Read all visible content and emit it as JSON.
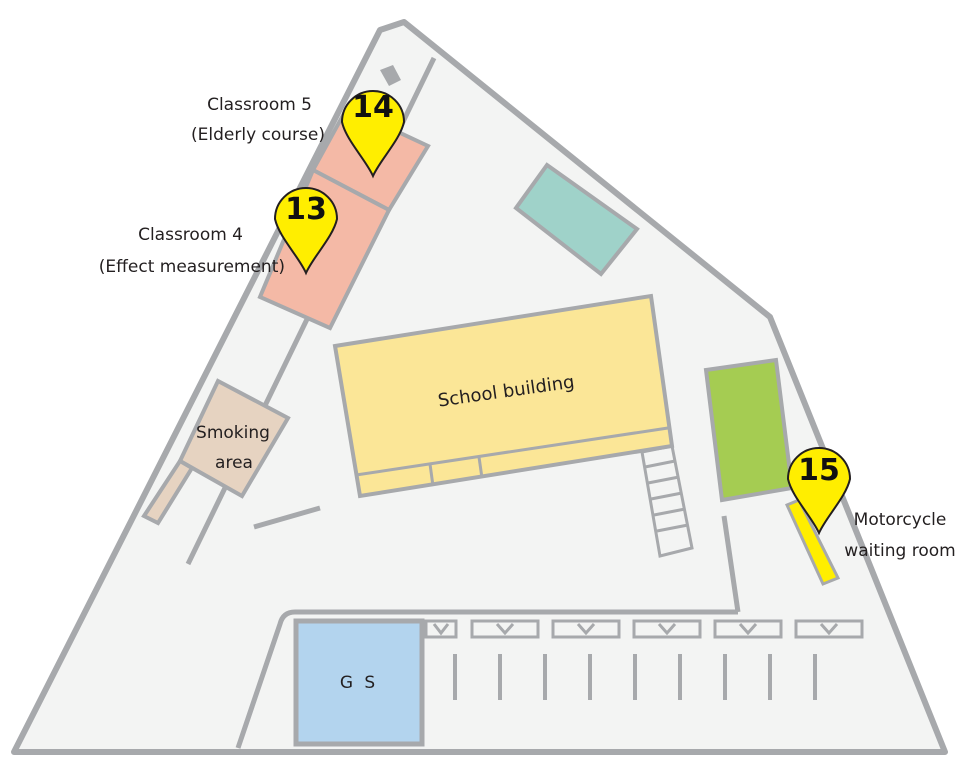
{
  "labels": {
    "classroom5_line1": "Classroom 5",
    "classroom5_line2": "(Elderly course)",
    "classroom4_line1": "Classroom 4",
    "classroom4_line2": "(Effect measurement)",
    "school_building": "School building",
    "smoking_line1": "Smoking",
    "smoking_line2": "area",
    "motorcycle_line1": "Motorcycle",
    "motorcycle_line2": "waiting room",
    "gs": "G S"
  },
  "markers": [
    {
      "id": "14",
      "label": "14"
    },
    {
      "id": "13",
      "label": "13"
    },
    {
      "id": "15",
      "label": "15"
    }
  ],
  "colors": {
    "ground": "#f3f4f3",
    "outline": "#a7a9ac",
    "classroom": "#f4b9a6",
    "school_building": "#fbe697",
    "smoking_area": "#e6d3c1",
    "teal_building": "#9fd2c9",
    "green_area": "#a5cc52",
    "gs_building": "#b3d4ee",
    "marker": "#ffee00",
    "motorcycle_room": "#ffee00"
  }
}
